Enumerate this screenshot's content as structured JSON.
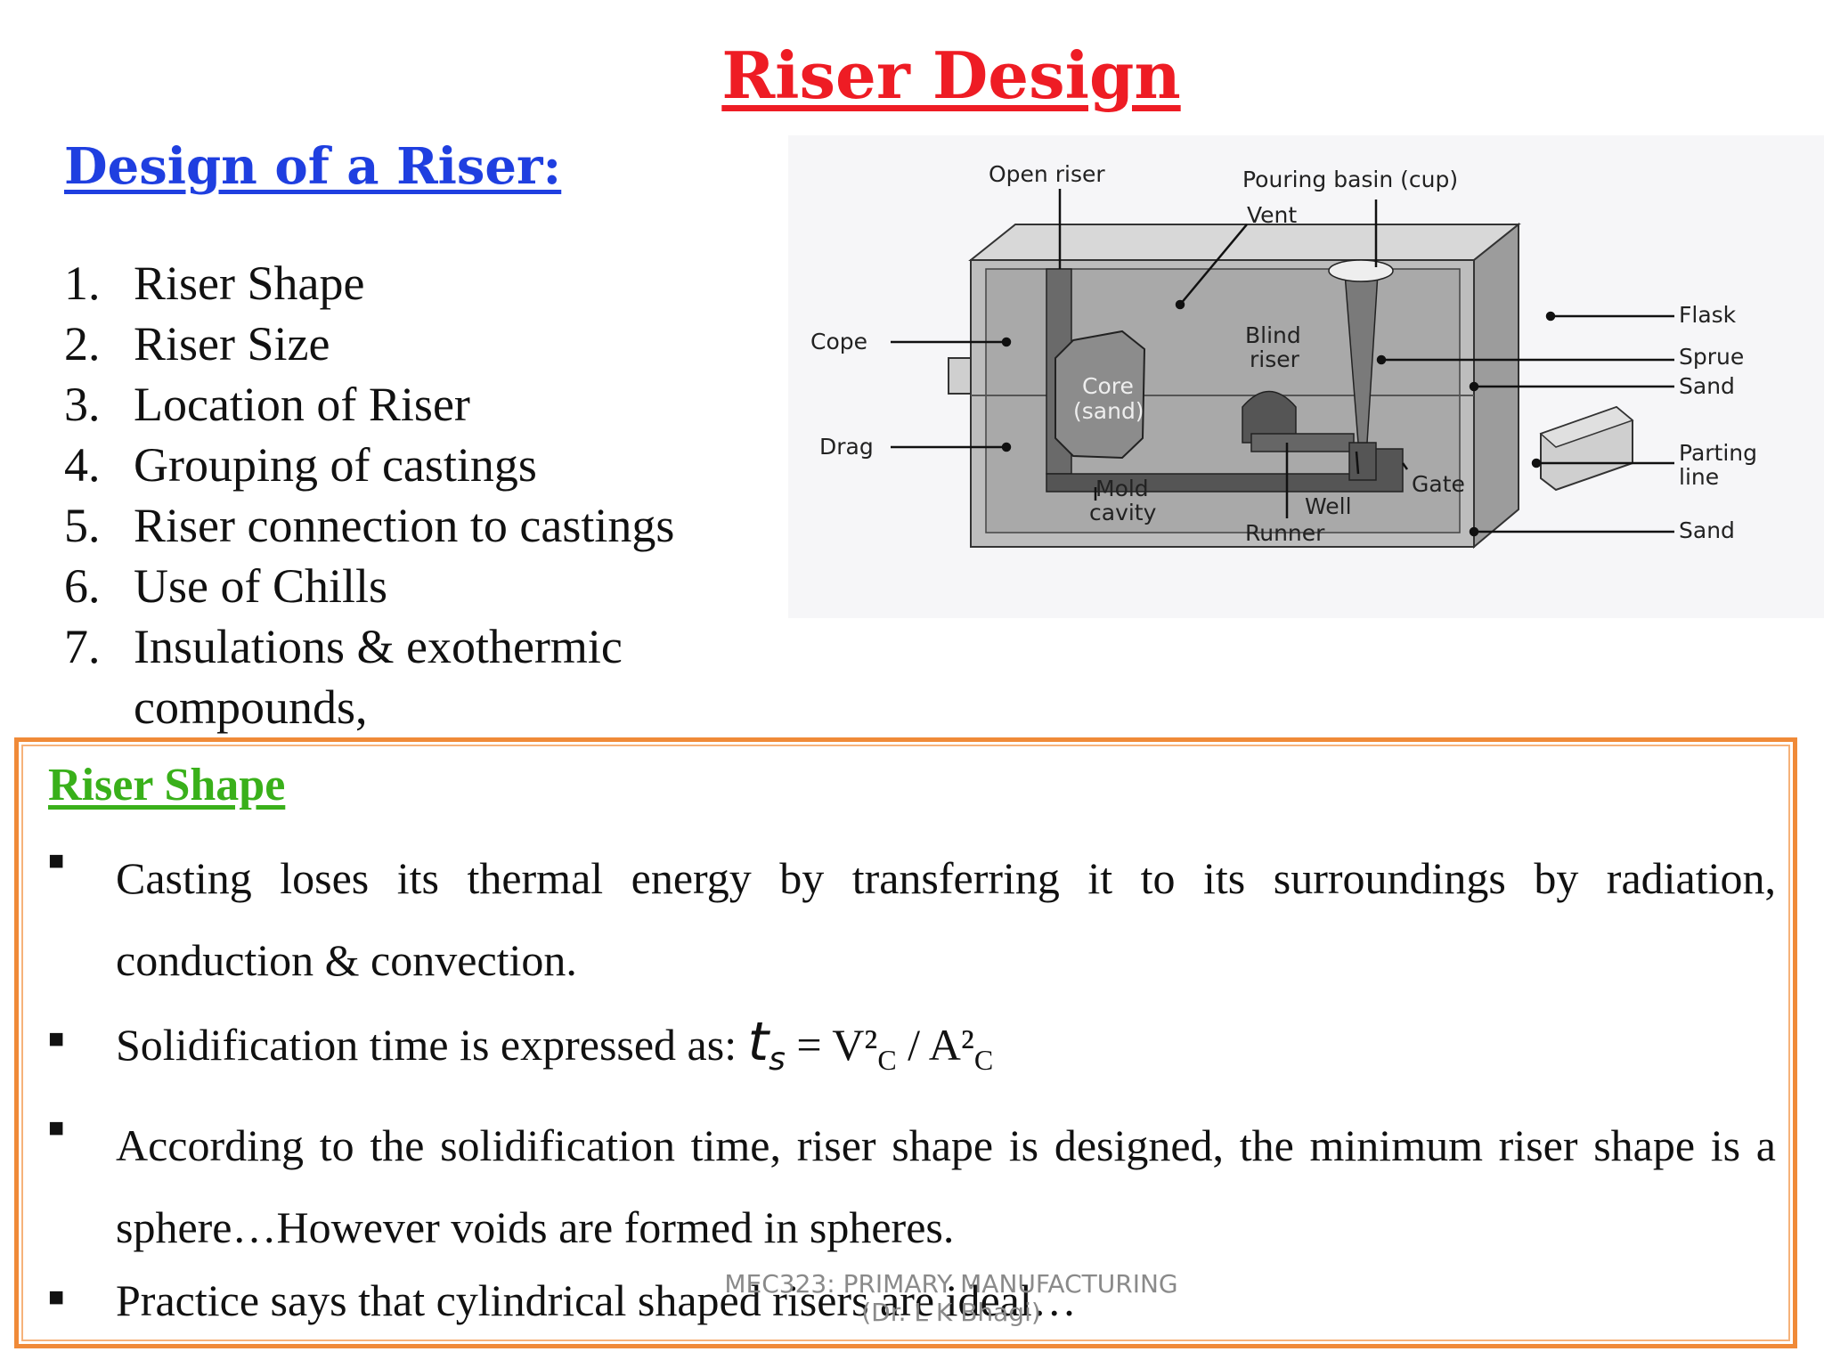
{
  "slide": {
    "title": "Riser Design"
  },
  "left": {
    "heading": "Design of a Riser:",
    "items": [
      {
        "num": "1.",
        "text": "Riser Shape"
      },
      {
        "num": "2.",
        "text": "Riser Size"
      },
      {
        "num": "3.",
        "text": "Location of Riser"
      },
      {
        "num": "4.",
        "text": "Grouping of castings"
      },
      {
        "num": "5.",
        "text": "Riser connection to castings"
      },
      {
        "num": "6.",
        "text": "Use of Chills"
      },
      {
        "num": "7.",
        "text": "Insulations & exothermic compounds,"
      }
    ]
  },
  "diagram": {
    "labels": {
      "open_riser": "Open riser",
      "pouring_basin": "Pouring basin (cup)",
      "vent": "Vent",
      "cope": "Cope",
      "drag": "Drag",
      "core": "Core",
      "core_sand": "(sand)",
      "blind": "Blind",
      "riser": "riser",
      "mold": "Mold",
      "cavity": "cavity",
      "well": "Well",
      "runner": "Runner",
      "gate": "Gate",
      "flask": "Flask",
      "sprue": "Sprue",
      "sand_top": "Sand",
      "parting": "Parting",
      "line": "line",
      "sand_bottom": "Sand"
    }
  },
  "riser_shape": {
    "heading": "Riser Shape",
    "bullets": [
      "Casting loses its thermal energy by transferring it to its surroundings by radiation, conduction & convection.",
      "According to the solidification time, riser shape is designed, the minimum riser shape is a sphere…However voids are formed in spheres.",
      "Practice says that cylindrical shaped risers are ideal…"
    ],
    "formula": {
      "prefix": "Solidification time is expressed as:",
      "t": "t",
      "t_sub": "s",
      "rest": "= V²",
      "v_sub": "C",
      "slash": "/ A²",
      "a_sub": "C"
    }
  },
  "footer": {
    "line1": "MEC323: PRIMARY MANUFACTURING",
    "line2": "(Dr. L K Bhagi)"
  }
}
